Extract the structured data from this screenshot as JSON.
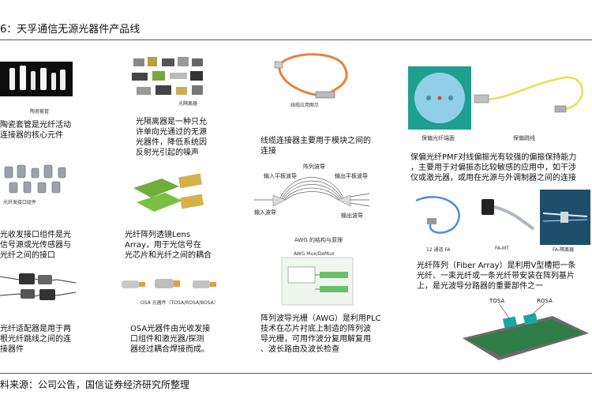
{
  "header": {
    "title": "6：天孚通信无源光器件产品线"
  },
  "footer": {
    "source": "料来源：公司公告，国信证券经济研究所整理"
  },
  "items": [
    {
      "small": "陶瓷套管",
      "caption_lines": [
        "陶瓷套管是光纤活动",
        "连接器的核心元件"
      ]
    },
    {
      "small": "光纤发接口组件",
      "caption_lines": [
        "光收发接口组件是光",
        "信号源或光传感器与",
        "光纤之间的接口"
      ]
    },
    {
      "caption_lines": [
        "光纤适配器是用于两",
        "根光纤跳线之间的连",
        "接器件"
      ]
    },
    {
      "small": "光隔离器",
      "caption_lines": [
        "光隔离器是一种只允",
        "许单向光通过的无源",
        "光器件，降低系统因",
        "反射光引起的噪声"
      ]
    },
    {
      "caption_lines": [
        "光纤阵列透镜Lens",
        "Array，用于光信号在",
        "光芯片和光纤之间的耦合"
      ]
    },
    {
      "small": "OSA 光器件（TOSA/ROSA/BOSA）",
      "caption_lines": [
        "OSA光器件由光收发接",
        "口组件和激光器/探测",
        "器经过耦合焊接而成。"
      ]
    },
    {
      "small": "线缆应用图示",
      "caption_lines": [
        "线缆连接器主要用于模块之间的",
        "连接"
      ]
    },
    {
      "small": "AWG 的结构与原理",
      "caption_lines": []
    },
    {
      "small": "AWG Mux/DeMux",
      "caption_lines": [
        "阵列波导光栅（AWG）是利用PLC",
        "技术在芯片衬底上制造的阵列波",
        "导光栅，可用作波分复用解复用",
        "、波长路由及波长检查"
      ]
    },
    {
      "caption_lines": [
        "保偏光纤PMF对线偏振光有较强的偏振保持能力",
        "，主要用于对偏振态比较敏感的应用中，如干涉",
        "仪或激光器，或用在光源与外调制器之间的连接"
      ]
    },
    {
      "caption_lines": [
        "光纤阵列（Fiber Array）是利用V型槽把一条",
        "光纤、一束光纤或一条光纤带安装在阵列基片",
        "上，是光波导分路器的重要部件之一"
      ]
    }
  ],
  "awg_labels": {
    "in_wg": "输入平板波导",
    "arr_wg": "阵列波导",
    "out_wg": "输出平板波导",
    "input": "输入波导",
    "output": "输出波导"
  },
  "pm_labels": {
    "end": "保偏光纤端面",
    "jumper": "保偏跳线"
  },
  "fa_labels": {
    "a": "12 通道 FA",
    "b": "FA-MT",
    "c": "FA-隔离器"
  },
  "osa_labels": {
    "tosa": "TOSA",
    "rosa": "ROSA"
  },
  "colors": {
    "pm_bg": "#1f9e91",
    "pm_disc": "#8fd0e6",
    "pm_core": "#e53935",
    "fiber_orange": "#e8833a",
    "fiber_yellow": "#e7e04f"
  }
}
